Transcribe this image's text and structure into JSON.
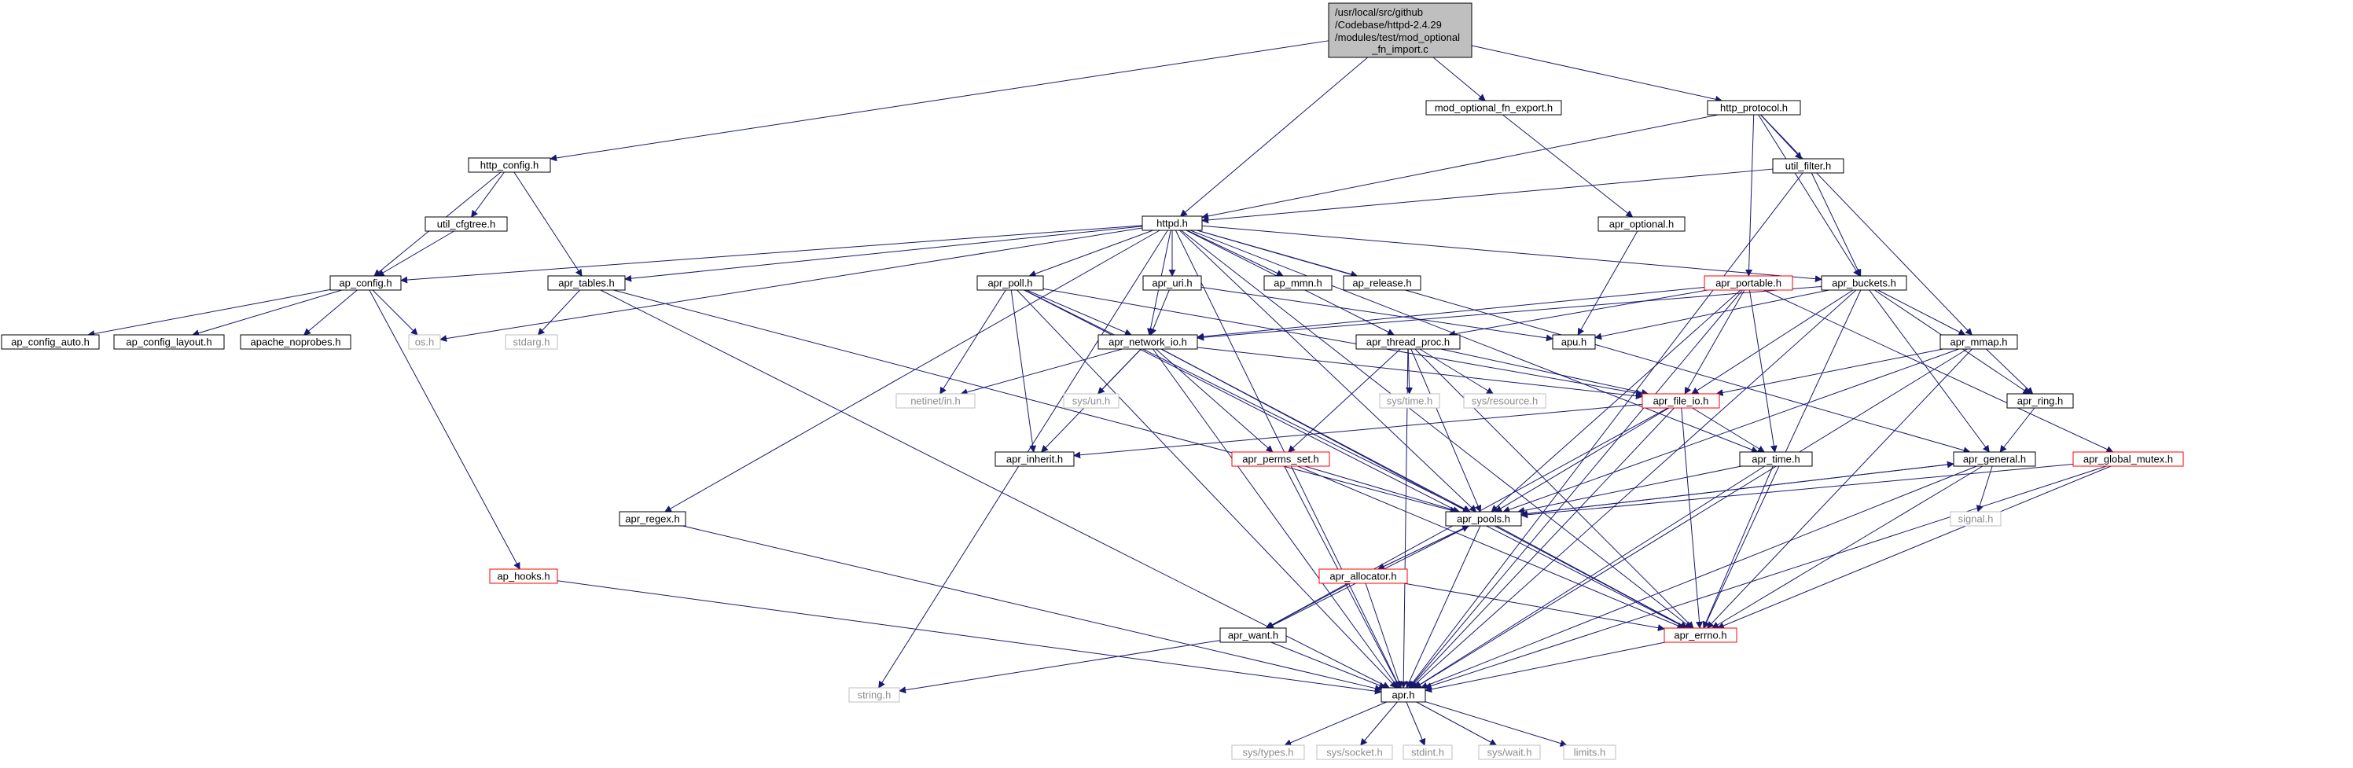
{
  "title_lines": [
    "/usr/local/src/github",
    "/Codebase/httpd-2.4.29",
    "/modules/test/mod_optional",
    "_fn_import.c"
  ],
  "colors": {
    "edge": "#191970",
    "root_fill": "#bfbfbf",
    "normal_border": "#000000",
    "truncated_border": "#ff0000",
    "system_border": "#bfbfbf",
    "system_text": "#8c8c8c"
  },
  "nodes": [
    {
      "id": "root",
      "label": "",
      "kind": "root"
    },
    {
      "id": "http_config",
      "label": "http_config.h",
      "kind": "normal"
    },
    {
      "id": "mod_optional_fn_export",
      "label": "mod_optional_fn_export.h",
      "kind": "normal"
    },
    {
      "id": "http_protocol",
      "label": "http_protocol.h",
      "kind": "normal"
    },
    {
      "id": "util_filter",
      "label": "util_filter.h",
      "kind": "normal"
    },
    {
      "id": "util_cfgtree",
      "label": "util_cfgtree.h",
      "kind": "normal"
    },
    {
      "id": "apr_optional",
      "label": "apr_optional.h",
      "kind": "normal"
    },
    {
      "id": "httpd",
      "label": "httpd.h",
      "kind": "normal"
    },
    {
      "id": "ap_config",
      "label": "ap_config.h",
      "kind": "normal"
    },
    {
      "id": "apr_tables",
      "label": "apr_tables.h",
      "kind": "normal"
    },
    {
      "id": "apr_poll",
      "label": "apr_poll.h",
      "kind": "normal"
    },
    {
      "id": "apr_uri",
      "label": "apr_uri.h",
      "kind": "normal"
    },
    {
      "id": "ap_mmn",
      "label": "ap_mmn.h",
      "kind": "normal"
    },
    {
      "id": "ap_release",
      "label": "ap_release.h",
      "kind": "normal"
    },
    {
      "id": "apr_portable",
      "label": "apr_portable.h",
      "kind": "truncated"
    },
    {
      "id": "apr_buckets",
      "label": "apr_buckets.h",
      "kind": "normal"
    },
    {
      "id": "ap_config_auto",
      "label": "ap_config_auto.h",
      "kind": "normal"
    },
    {
      "id": "ap_config_layout",
      "label": "ap_config_layout.h",
      "kind": "normal"
    },
    {
      "id": "apache_noprobes",
      "label": "apache_noprobes.h",
      "kind": "normal"
    },
    {
      "id": "os",
      "label": "os.h",
      "kind": "system"
    },
    {
      "id": "stdarg",
      "label": "stdarg.h",
      "kind": "system"
    },
    {
      "id": "apr_network_io",
      "label": "apr_network_io.h",
      "kind": "normal"
    },
    {
      "id": "apr_thread_proc",
      "label": "apr_thread_proc.h",
      "kind": "normal"
    },
    {
      "id": "apu",
      "label": "apu.h",
      "kind": "normal"
    },
    {
      "id": "apr_mmap",
      "label": "apr_mmap.h",
      "kind": "normal"
    },
    {
      "id": "netinet_in",
      "label": "netinet/in.h",
      "kind": "system"
    },
    {
      "id": "sys_un",
      "label": "sys/un.h",
      "kind": "system"
    },
    {
      "id": "sys_time",
      "label": "sys/time.h",
      "kind": "system"
    },
    {
      "id": "sys_resource",
      "label": "sys/resource.h",
      "kind": "system"
    },
    {
      "id": "apr_file_io",
      "label": "apr_file_io.h",
      "kind": "truncated"
    },
    {
      "id": "apr_ring",
      "label": "apr_ring.h",
      "kind": "normal"
    },
    {
      "id": "apr_inherit",
      "label": "apr_inherit.h",
      "kind": "normal"
    },
    {
      "id": "apr_perms_set",
      "label": "apr_perms_set.h",
      "kind": "truncated"
    },
    {
      "id": "apr_time",
      "label": "apr_time.h",
      "kind": "normal"
    },
    {
      "id": "apr_general",
      "label": "apr_general.h",
      "kind": "normal"
    },
    {
      "id": "apr_global_mutex",
      "label": "apr_global_mutex.h",
      "kind": "truncated"
    },
    {
      "id": "apr_regex",
      "label": "apr_regex.h",
      "kind": "normal"
    },
    {
      "id": "apr_pools",
      "label": "apr_pools.h",
      "kind": "normal"
    },
    {
      "id": "signal",
      "label": "signal.h",
      "kind": "system"
    },
    {
      "id": "ap_hooks",
      "label": "ap_hooks.h",
      "kind": "truncated"
    },
    {
      "id": "apr_allocator",
      "label": "apr_allocator.h",
      "kind": "truncated"
    },
    {
      "id": "apr_want",
      "label": "apr_want.h",
      "kind": "normal"
    },
    {
      "id": "apr_errno",
      "label": "apr_errno.h",
      "kind": "truncated"
    },
    {
      "id": "string",
      "label": "string.h",
      "kind": "system"
    },
    {
      "id": "apr",
      "label": "apr.h",
      "kind": "normal"
    },
    {
      "id": "sys_types",
      "label": "sys/types.h",
      "kind": "system"
    },
    {
      "id": "sys_socket",
      "label": "sys/socket.h",
      "kind": "system"
    },
    {
      "id": "stdint",
      "label": "stdint.h",
      "kind": "system"
    },
    {
      "id": "sys_wait",
      "label": "sys/wait.h",
      "kind": "system"
    },
    {
      "id": "limits",
      "label": "limits.h",
      "kind": "system"
    }
  ],
  "edges": [
    [
      "root",
      "http_config"
    ],
    [
      "root",
      "httpd"
    ],
    [
      "root",
      "mod_optional_fn_export"
    ],
    [
      "root",
      "http_protocol"
    ],
    [
      "http_config",
      "util_cfgtree"
    ],
    [
      "http_config",
      "ap_config"
    ],
    [
      "http_config",
      "apr_tables"
    ],
    [
      "util_cfgtree",
      "ap_config"
    ],
    [
      "mod_optional_fn_export",
      "apr_optional"
    ],
    [
      "apr_optional",
      "apu"
    ],
    [
      "http_protocol",
      "httpd"
    ],
    [
      "http_protocol",
      "util_filter"
    ],
    [
      "http_protocol",
      "apr_portable"
    ],
    [
      "http_protocol",
      "apr_buckets"
    ],
    [
      "http_protocol",
      "apr_mmap"
    ],
    [
      "util_filter",
      "httpd"
    ],
    [
      "util_filter",
      "apr_buckets"
    ],
    [
      "util_filter",
      "apr"
    ],
    [
      "httpd",
      "ap_config"
    ],
    [
      "httpd",
      "os"
    ],
    [
      "httpd",
      "apr_tables"
    ],
    [
      "httpd",
      "apr_poll"
    ],
    [
      "httpd",
      "apr_uri"
    ],
    [
      "httpd",
      "ap_mmn"
    ],
    [
      "httpd",
      "ap_release"
    ],
    [
      "httpd",
      "apr_buckets"
    ],
    [
      "httpd",
      "apr_network_io"
    ],
    [
      "httpd",
      "apr_thread_proc"
    ],
    [
      "httpd",
      "apr_regex"
    ],
    [
      "httpd",
      "apr_pools"
    ],
    [
      "httpd",
      "apr_time"
    ],
    [
      "httpd",
      "apr_general"
    ],
    [
      "httpd",
      "apr_errno"
    ],
    [
      "httpd",
      "string"
    ],
    [
      "httpd",
      "apr"
    ],
    [
      "ap_config",
      "ap_config_auto"
    ],
    [
      "ap_config",
      "ap_config_layout"
    ],
    [
      "ap_config",
      "apache_noprobes"
    ],
    [
      "ap_config",
      "os"
    ],
    [
      "ap_config",
      "ap_hooks"
    ],
    [
      "apr_tables",
      "stdarg"
    ],
    [
      "apr_tables",
      "apr_pools"
    ],
    [
      "apr_tables",
      "apr"
    ],
    [
      "apr_poll",
      "apr_network_io"
    ],
    [
      "apr_poll",
      "netinet_in"
    ],
    [
      "apr_poll",
      "apr_inherit"
    ],
    [
      "apr_poll",
      "apr_pools"
    ],
    [
      "apr_poll",
      "apr_errno"
    ],
    [
      "apr_poll",
      "apr_file_io"
    ],
    [
      "apr_poll",
      "apr"
    ],
    [
      "apr_uri",
      "apr_network_io"
    ],
    [
      "apr_uri",
      "apu"
    ],
    [
      "apr_portable",
      "apr_network_io"
    ],
    [
      "apr_portable",
      "apr_thread_proc"
    ],
    [
      "apr_portable",
      "apr_file_io"
    ],
    [
      "apr_portable",
      "apr_time"
    ],
    [
      "apr_portable",
      "apr_global_mutex"
    ],
    [
      "apr_portable",
      "apr_pools"
    ],
    [
      "apr_portable",
      "apr"
    ],
    [
      "apr_buckets",
      "apu"
    ],
    [
      "apr_buckets",
      "apr_network_io"
    ],
    [
      "apr_buckets",
      "apr_file_io"
    ],
    [
      "apr_buckets",
      "apr_mmap"
    ],
    [
      "apr_buckets",
      "apr_general"
    ],
    [
      "apr_buckets",
      "apr_ring"
    ],
    [
      "apr_buckets",
      "apr_errno"
    ],
    [
      "apr_buckets",
      "apr"
    ],
    [
      "apr_network_io",
      "netinet_in"
    ],
    [
      "apr_network_io",
      "sys_un"
    ],
    [
      "apr_network_io",
      "apr_inherit"
    ],
    [
      "apr_network_io",
      "apr_perms_set"
    ],
    [
      "apr_network_io",
      "apr_pools"
    ],
    [
      "apr_network_io",
      "apr_errno"
    ],
    [
      "apr_network_io",
      "apr_file_io"
    ],
    [
      "apr_network_io",
      "apr"
    ],
    [
      "apr_thread_proc",
      "sys_time"
    ],
    [
      "apr_thread_proc",
      "sys_resource"
    ],
    [
      "apr_thread_proc",
      "apr_file_io"
    ],
    [
      "apr_thread_proc",
      "apr_perms_set"
    ],
    [
      "apr_thread_proc",
      "apr_pools"
    ],
    [
      "apr_thread_proc",
      "apr_errno"
    ],
    [
      "apr_thread_proc",
      "apr"
    ],
    [
      "apr_mmap",
      "apr_ring"
    ],
    [
      "apr_mmap",
      "apr_file_io"
    ],
    [
      "apr_mmap",
      "apr_pools"
    ],
    [
      "apr_mmap",
      "apr_errno"
    ],
    [
      "apr_mmap",
      "apr"
    ],
    [
      "apr_file_io",
      "apr_inherit"
    ],
    [
      "apr_file_io",
      "apr_time"
    ],
    [
      "apr_file_io",
      "apr_pools"
    ],
    [
      "apr_file_io",
      "apr_errno"
    ],
    [
      "apr_file_io",
      "apr_want"
    ],
    [
      "apr_file_io",
      "apr"
    ],
    [
      "apr_ring",
      "apr_general"
    ],
    [
      "apr_perms_set",
      "apr_pools"
    ],
    [
      "apr_perms_set",
      "apr_errno"
    ],
    [
      "apr_perms_set",
      "apr"
    ],
    [
      "apr_time",
      "apr_pools"
    ],
    [
      "apr_time",
      "apr_errno"
    ],
    [
      "apr_time",
      "apr"
    ],
    [
      "apr_general",
      "apr_pools"
    ],
    [
      "apr_general",
      "signal"
    ],
    [
      "apr_general",
      "apr_errno"
    ],
    [
      "apr_general",
      "apr"
    ],
    [
      "apr_global_mutex",
      "apr_pools"
    ],
    [
      "apr_global_mutex",
      "apr_errno"
    ],
    [
      "apr_global_mutex",
      "apr"
    ],
    [
      "apr_regex",
      "apr"
    ],
    [
      "apr_pools",
      "apr_allocator"
    ],
    [
      "apr_pools",
      "apr_general"
    ],
    [
      "apr_pools",
      "apr_errno"
    ],
    [
      "apr_pools",
      "apr_want"
    ],
    [
      "apr_pools",
      "apr"
    ],
    [
      "apr_allocator",
      "apr_pools"
    ],
    [
      "apr_allocator",
      "apr_errno"
    ],
    [
      "apr_allocator",
      "apr_want"
    ],
    [
      "apr_allocator",
      "apr"
    ],
    [
      "ap_hooks",
      "apr"
    ],
    [
      "apr_want",
      "string"
    ],
    [
      "apr_want",
      "apr"
    ],
    [
      "apr_errno",
      "apr"
    ],
    [
      "apr",
      "sys_types"
    ],
    [
      "apr",
      "sys_socket"
    ],
    [
      "apr",
      "stdint"
    ],
    [
      "apr",
      "sys_wait"
    ],
    [
      "apr",
      "limits"
    ]
  ]
}
